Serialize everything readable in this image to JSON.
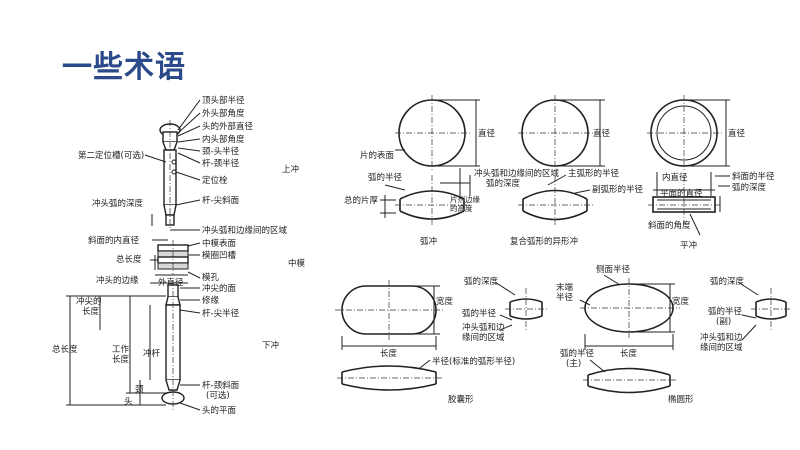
{
  "title": "一些术语",
  "left": {
    "top_tip_diameter": "顶头部半径",
    "outer_head_angle": "外头部角度",
    "head_outer_diameter": "头的外部直径",
    "inner_head_angle": "内头部角度",
    "neck_head_radius": "颈-头半径",
    "barrel_neck_radius": "杆-颈半径",
    "second_key_slot": "第二定位槽(可选)",
    "key": "定位栓",
    "upper_punch": "上冲",
    "barrel_tip_relief": "杆-尖斜面",
    "cup_depth": "冲头弧的深度",
    "land_area": "冲头弧和边缘间的区域",
    "relief_inner_diameter": "斜面的内直径",
    "die_face": "中模表面",
    "total_length": "总长度",
    "die_groove": "模圈凹槽",
    "die": "中模",
    "die_bore": "模孔",
    "outer_diameter": "外直径",
    "punch_edge": "冲头的边缘",
    "punch_tip_face": "冲尖的面",
    "tip_length": "冲尖的长度",
    "tip_straight": "修缘",
    "barrel_tip_radius": "杆-尖半径",
    "overall_length": "总长度",
    "working_length": "工作长度",
    "barrel": "冲杆",
    "neck": "颈",
    "head": "头",
    "lower_punch": "下冲",
    "barrel_neck_relief": "杆-颈斜面\n(可选)",
    "head_flat": "头的平面"
  },
  "round1": {
    "diameter": "直径",
    "tablet_face": "片的表面",
    "cup_radius": "弧的半径",
    "land": "冲头弧和边缘间的区域",
    "cup_depth": "弧的深度",
    "total_thickness": "总的片厚",
    "band": "片剂边缘的高度",
    "caption": "弧冲"
  },
  "round2": {
    "diameter": "直径",
    "main_radius": "主弧形的半径",
    "secondary_radius": "副弧形的半径",
    "caption": "复合弧形的异形冲"
  },
  "round3": {
    "diameter": "直径",
    "inner_diameter": "内直径",
    "bevel_face": "平面的直径",
    "bevel_radius": "斜面的半径",
    "cup_depth": "弧的深度",
    "bevel_angle": "斜面的角度",
    "flat": "平冲"
  },
  "capsule": {
    "cup_depth": "弧的深度",
    "width": "宽度",
    "cup_radius": "弧的半径",
    "land": "冲头弧和边\n缘间的区域",
    "length": "长度",
    "radius_std": "半径(标准的弧形半径)",
    "caption": "胶囊形"
  },
  "oval": {
    "end_radius": "末端\n半径",
    "side_radius": "侧面半径",
    "width": "宽度",
    "cup_depth": "弧的深度",
    "cup_radius_minor": "弧的半径\n(副)",
    "land": "冲头弧和边\n缘间的区域",
    "length": "长度",
    "cup_radius_major": "弧的半径\n(主)",
    "caption": "椭圆形"
  }
}
